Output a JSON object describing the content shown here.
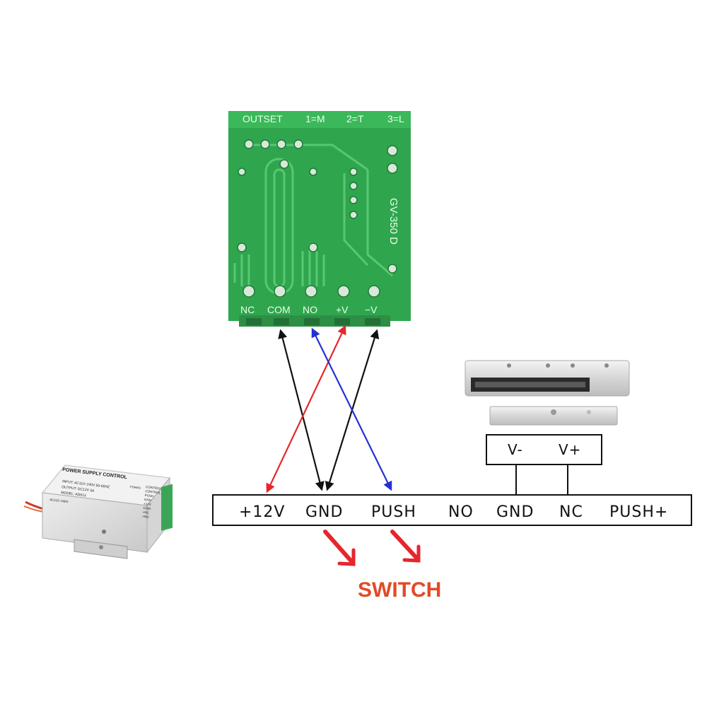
{
  "colors": {
    "pcb_green": "#2fa64e",
    "trace_green": "#4cc068",
    "arrow_black": "#111111",
    "arrow_red": "#e5262c",
    "arrow_blue": "#2430d6",
    "switch_orange": "#e24a26"
  },
  "relay_board": {
    "header": [
      "OUTSET",
      "1=M",
      "2=T",
      "3=L"
    ],
    "model": "GV-350 D",
    "pins": [
      "NC",
      "COM",
      "NO",
      "+V",
      "−V"
    ]
  },
  "power_supply": {
    "title": "POWER SUPPLY CONTROL",
    "lines": [
      "INPUT: AC110~240V 50-60HZ",
      "OUTPUT: DC12V 3A",
      "MODEL: AD613"
    ],
    "tag": "AC110~240V",
    "side_labels": [
      "CONTROL",
      "CONTROL",
      "PUSH",
      "GND",
      "+12V",
      "COM",
      "+NC",
      "+NO"
    ],
    "power_label": "POWER"
  },
  "maglock": {
    "pins": [
      "V-",
      "V+"
    ]
  },
  "terminal_strip": {
    "labels": [
      "+12V",
      "GND",
      "PUSH",
      "NO",
      "GND",
      "NC",
      "PUSH+"
    ]
  },
  "switch": {
    "label": "SWITCH"
  }
}
